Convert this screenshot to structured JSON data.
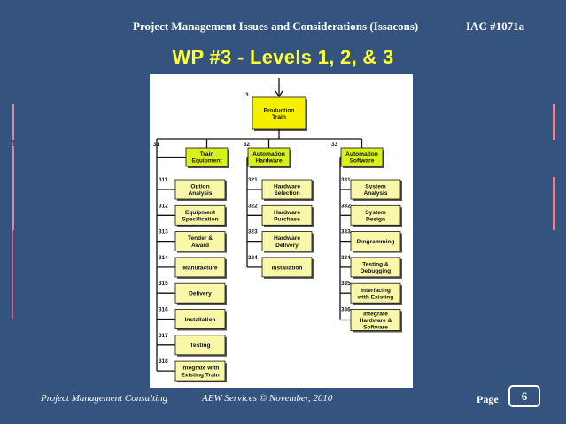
{
  "header": {
    "title": "Project Management Issues and Considerations (Issacons)",
    "code": "IAC #1071a"
  },
  "slide_title": "WP #3 - Levels 1, 2, & 3",
  "wbs": {
    "root": {
      "num": "3",
      "lines": [
        "Production",
        "Train"
      ]
    },
    "branches": [
      {
        "num": "31",
        "lines": [
          "Train",
          "Equipment"
        ],
        "children": [
          {
            "num": "311",
            "lines": [
              "Option",
              "Analysis"
            ]
          },
          {
            "num": "312",
            "lines": [
              "Equipment",
              "Specification"
            ]
          },
          {
            "num": "313",
            "lines": [
              "Tender &",
              "Award"
            ]
          },
          {
            "num": "314",
            "lines": [
              "Manufacture"
            ]
          },
          {
            "num": "315",
            "lines": [
              "Delivery"
            ]
          },
          {
            "num": "316",
            "lines": [
              "Installation"
            ]
          },
          {
            "num": "317",
            "lines": [
              "Testing"
            ]
          },
          {
            "num": "318",
            "lines": [
              "Integrate with",
              "Existing Train"
            ]
          }
        ]
      },
      {
        "num": "32",
        "lines": [
          "Automation",
          "Hardware"
        ],
        "children": [
          {
            "num": "321",
            "lines": [
              "Hardware",
              "Selection"
            ]
          },
          {
            "num": "322",
            "lines": [
              "Hardware",
              "Purchase"
            ]
          },
          {
            "num": "323",
            "lines": [
              "Hardware",
              "Delivery"
            ]
          },
          {
            "num": "324",
            "lines": [
              "Installation"
            ]
          }
        ]
      },
      {
        "num": "33",
        "lines": [
          "Automation",
          "Software"
        ],
        "children": [
          {
            "num": "331",
            "lines": [
              "System",
              "Analysis"
            ]
          },
          {
            "num": "332",
            "lines": [
              "System",
              "Design"
            ]
          },
          {
            "num": "333",
            "lines": [
              "Programming"
            ]
          },
          {
            "num": "334",
            "lines": [
              "Testing &",
              "Debugging"
            ]
          },
          {
            "num": "335",
            "lines": [
              "Interfacing",
              "with Existing"
            ]
          },
          {
            "num": "336",
            "lines": [
              "Integrate",
              "Hardware &",
              "Software"
            ]
          }
        ]
      }
    ]
  },
  "colors": {
    "background": "#34547f",
    "title": "#ffff33",
    "root_box": "#f5f000",
    "level2_box": "#d8f020",
    "level3_box": "#f8f8a8"
  },
  "footer": {
    "left": "Project Management Consulting",
    "middle": "AEW Services © November, 2010",
    "page_label": "Page",
    "page_number": "6"
  }
}
